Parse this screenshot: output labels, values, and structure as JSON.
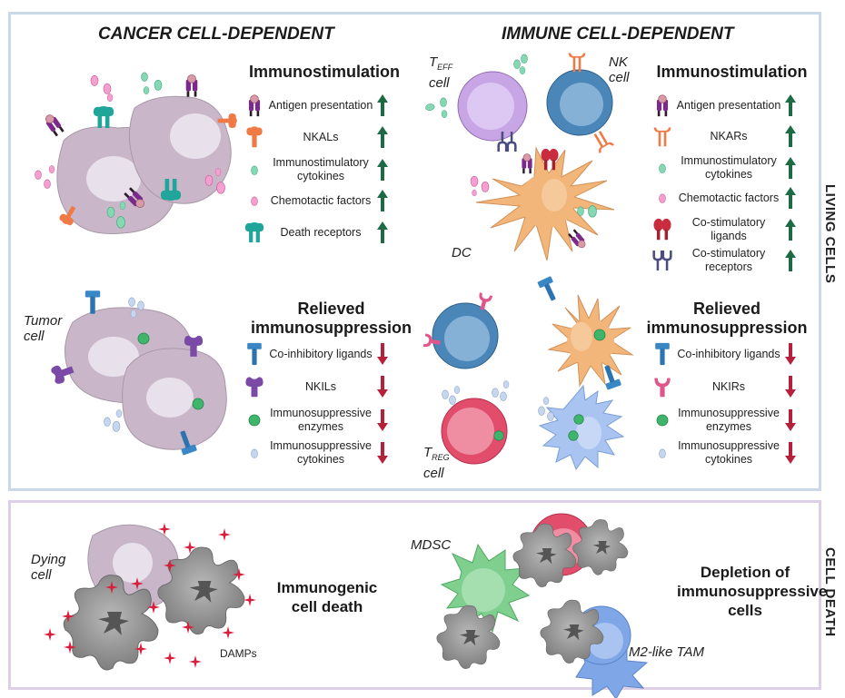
{
  "panels": {
    "living_cells": {
      "side_label": "LIVING CELLS",
      "columns": {
        "cancer": {
          "title": "CANCER CELL-DEPENDENT",
          "cell_label": "Tumor cell",
          "immunostimulation": {
            "title": "Immunostimulation",
            "items": [
              {
                "icon": "mhc-antigen-icon",
                "label": "Antigen presentation",
                "direction": "up"
              },
              {
                "icon": "nkal-icon",
                "label": "NKALs",
                "direction": "up"
              },
              {
                "icon": "cytokine-teal-icon",
                "label": "Immunostimulatory cytokines",
                "direction": "up"
              },
              {
                "icon": "chemotactic-pink-icon",
                "label": "Chemotactic factors",
                "direction": "up"
              },
              {
                "icon": "death-receptor-icon",
                "label": "Death receptors",
                "direction": "up"
              }
            ]
          },
          "relieved": {
            "title_line1": "Relieved",
            "title_line2": "immunosuppression",
            "items": [
              {
                "icon": "coinhibitory-ligand-icon",
                "label": "Co-inhibitory ligands",
                "direction": "down"
              },
              {
                "icon": "nkil-icon",
                "label": "NKILs",
                "direction": "down"
              },
              {
                "icon": "enzyme-green-icon",
                "label": "Immunosuppressive enzymes",
                "direction": "down"
              },
              {
                "icon": "cytokine-blue-icon",
                "label": "Immunosuppressive cytokines",
                "direction": "down"
              }
            ]
          }
        },
        "immune": {
          "title": "IMMUNE CELL-DEPENDENT",
          "labels": {
            "teff_main": "T",
            "teff_sub": "EFF",
            "teff_cell": "cell",
            "nk_line1": "NK",
            "nk_line2": "cell",
            "dc": "DC",
            "treg_main": "T",
            "treg_sub": "REG",
            "treg_cell": "cell"
          },
          "immunostimulation": {
            "title": "Immunostimulation",
            "items": [
              {
                "icon": "mhc-antigen-icon",
                "label": "Antigen presentation",
                "direction": "up"
              },
              {
                "icon": "nkar-icon",
                "label": "NKARs",
                "direction": "up"
              },
              {
                "icon": "cytokine-teal-icon",
                "label": "Immunostimulatory cytokines",
                "direction": "up"
              },
              {
                "icon": "chemotactic-pink-icon",
                "label": "Chemotactic factors",
                "direction": "up"
              },
              {
                "icon": "costim-ligand-icon",
                "label": "Co-stimulatory ligands",
                "direction": "up"
              },
              {
                "icon": "costim-receptor-icon",
                "label": "Co-stimulatory receptors",
                "direction": "up"
              }
            ]
          },
          "relieved": {
            "title_line1": "Relieved",
            "title_line2": "immunosuppression",
            "items": [
              {
                "icon": "coinhibitory-ligand-icon",
                "label": "Co-inhibitory ligands",
                "direction": "down"
              },
              {
                "icon": "nkir-icon",
                "label": "NKIRs",
                "direction": "down"
              },
              {
                "icon": "enzyme-green-icon",
                "label": "Immunosuppressive enzymes",
                "direction": "down"
              },
              {
                "icon": "cytokine-blue-icon",
                "label": "Immunosuppressive cytokines",
                "direction": "down"
              }
            ]
          }
        }
      }
    },
    "cell_death": {
      "side_label": "CELL DEATH",
      "left": {
        "cell_label": "Dying cell",
        "title": "Immunogenic cell death",
        "damps_label": "DAMPs"
      },
      "right": {
        "mdsc_label": "MDSC",
        "tam_label": "M2-like TAM",
        "title": "Depletion of immunosuppressive cells"
      }
    }
  },
  "colors": {
    "up_arrow": "#1d6b45",
    "down_arrow": "#b5213a",
    "living_border": "#c9d9e8",
    "death_border": "#ddd0e6",
    "tumor_cell": "#c9b7c9",
    "teff": "#c8a6e6",
    "nk": "#4a86b8",
    "dc": "#f2b57a",
    "treg": "#e14d6b",
    "mdsc": "#7fcf8f",
    "tam": "#7fa7e8",
    "dead_cell": "#8a8a8a",
    "damp": "#d81e3c"
  }
}
